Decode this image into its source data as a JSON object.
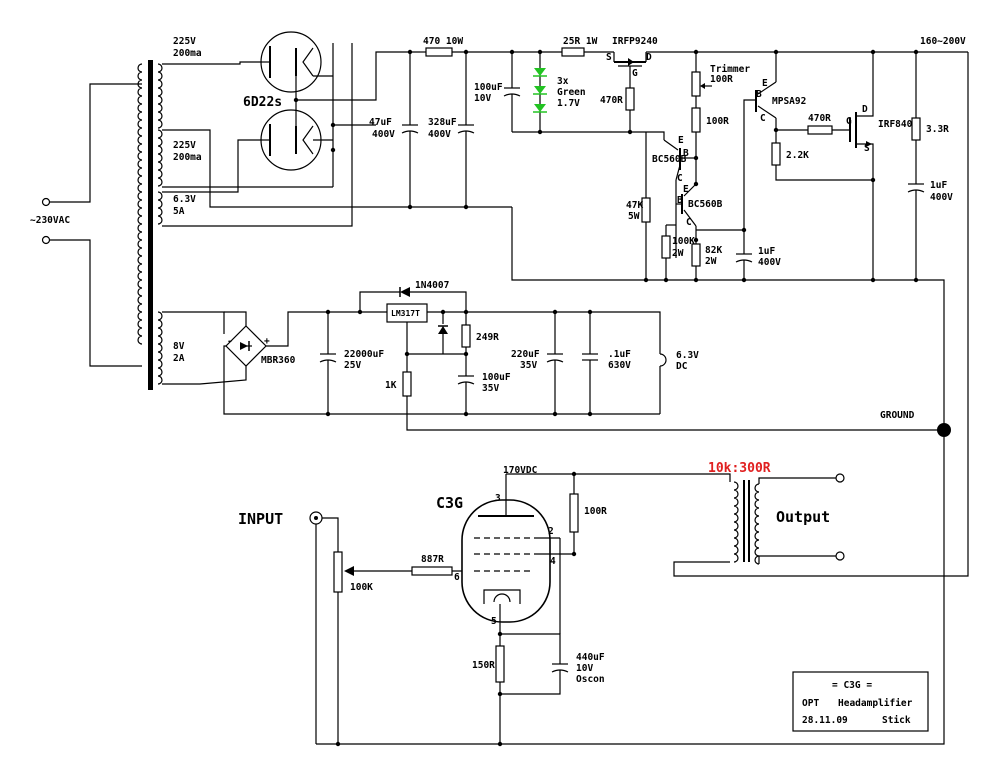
{
  "colors": {
    "ratio": "#e02020",
    "led": "#22c322"
  },
  "power": {
    "ac_in": "~230VAC",
    "sec1_v": "225V",
    "sec1_i": "200ma",
    "sec2_v": "225V",
    "sec2_i": "200ma",
    "sec3_v": "6.3V",
    "sec3_i": "5A",
    "sec4_v": "8V",
    "sec4_i": "2A",
    "rectifier": "6D22s",
    "c47": "47uF",
    "c47_v": "400V",
    "c328": "328uF",
    "c328_v": "400V",
    "r470_10w": "470 10W",
    "r25_1w": "25R 1W",
    "c100": "100uF",
    "c100_v": "10V",
    "led_count": "3x",
    "led_color": "Green",
    "led_v": "1.7V",
    "mosfet_p": "IRFP9240",
    "r470_gate": "470R",
    "trimmer": "Trimmer",
    "trimmer_val": "100R",
    "r100": "100R",
    "bc1": "BC560B",
    "bc2": "BC560B",
    "r47k": "47K",
    "r47k_w": "5W",
    "r100k": "100K",
    "r100k_w": "2W",
    "r82k": "82K",
    "r82k_w": "2W",
    "c1u_a": "1uF",
    "c1u_a_v": "400V",
    "mpsa": "MPSA92",
    "r470_b": "470R",
    "r2k2": "2.2K",
    "irf840": "IRF840",
    "r3r3": "3.3R",
    "c1u_b": "1uF",
    "c1u_b_v": "400V",
    "out_v": "160~200V",
    "pin_b": "B",
    "pin_c": "C",
    "pin_e": "E",
    "pin_g": "G",
    "pin_d": "D",
    "pin_s": "S"
  },
  "heater": {
    "bridge": "MBR360",
    "diode": "1N4007",
    "reg": "LM317T",
    "c22000": "22000uF",
    "c22000_v": "25V",
    "r249": "249R",
    "r1k": "1K",
    "c100": "100uF",
    "c100_v": "35V",
    "c220": "220uF",
    "c220_v": "35V",
    "c01": ".1uF",
    "c01_v": "630V",
    "out": "6.3V",
    "out_t": "DC",
    "ground": "GROUND",
    "minus": "-",
    "plus": "+"
  },
  "amp": {
    "input": "INPUT",
    "pot": "100K",
    "r887": "887R",
    "tube": "C3G",
    "b_plus": "170VDC",
    "r100": "100R",
    "r150": "150R",
    "c440": "440uF",
    "c440_v": "10V",
    "c440_t": "Oscon",
    "pin3": "3",
    "pin2": "2",
    "pin4": "4",
    "pin6": "6",
    "pin5": "5",
    "ratio": "10k:300R",
    "output": "Output"
  },
  "titlebox": {
    "line1": "= C3G =",
    "line2a": "OPT",
    "line2b": "Headamplifier",
    "line3a": "28.11.09",
    "line3b": "Stick"
  }
}
